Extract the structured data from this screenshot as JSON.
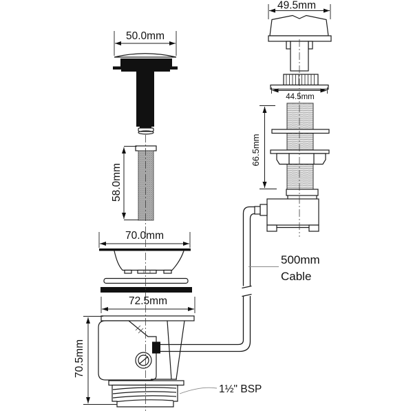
{
  "diagram": {
    "type": "technical-drawing",
    "subject": "basin waste with pop-up control knob and cable",
    "colors": {
      "line": "#1a1a1a",
      "fill": "#111111",
      "background": "#ffffff",
      "thread_fill": "#f0f0f0"
    },
    "labels": {
      "cap_width": "50.0mm",
      "plug_rod_length": "58.0mm",
      "strainer_width": "70.0mm",
      "body_width": "72.5mm",
      "body_height": "70.5mm",
      "outlet_thread": "1½\" BSP",
      "knob_width": "49.5mm",
      "flange_width": "44.5mm",
      "shank_length": "66.5mm",
      "cable_line1": "500mm",
      "cable_line2": "Cable"
    }
  }
}
